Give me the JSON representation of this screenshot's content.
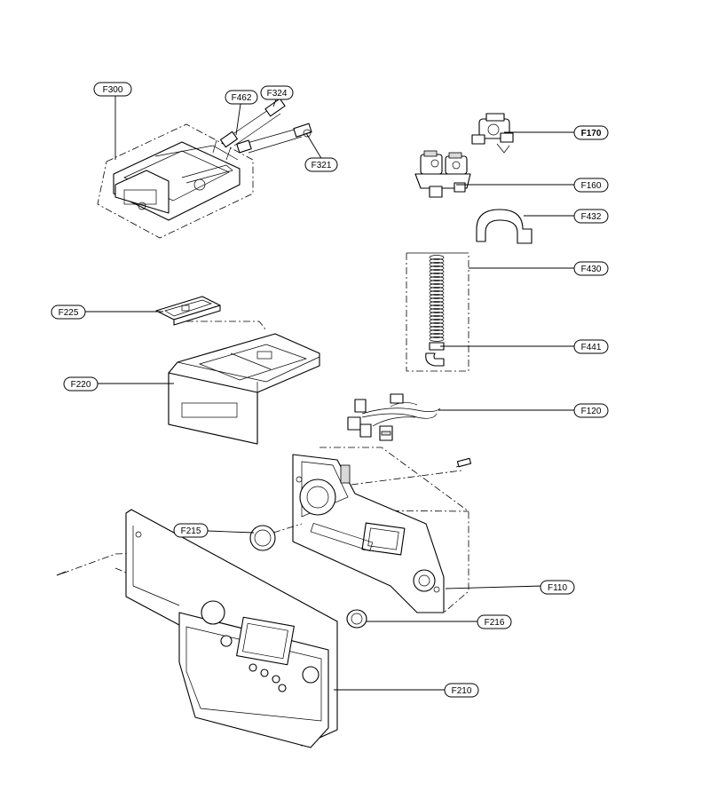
{
  "labels": [
    {
      "id": "F300",
      "text": "F300"
    },
    {
      "id": "F462",
      "text": "F462"
    },
    {
      "id": "F324",
      "text": "F324"
    },
    {
      "id": "F321",
      "text": "F321"
    },
    {
      "id": "F170",
      "text": "F170",
      "bold": true
    },
    {
      "id": "F160",
      "text": "F160"
    },
    {
      "id": "F432",
      "text": "F432"
    },
    {
      "id": "F430",
      "text": "F430"
    },
    {
      "id": "F441",
      "text": "F441"
    },
    {
      "id": "F225",
      "text": "F225"
    },
    {
      "id": "F220",
      "text": "F220"
    },
    {
      "id": "F120",
      "text": "F120"
    },
    {
      "id": "F215",
      "text": "F215"
    },
    {
      "id": "F110",
      "text": "F110"
    },
    {
      "id": "F216",
      "text": "F216"
    },
    {
      "id": "F210",
      "text": "F210"
    }
  ]
}
